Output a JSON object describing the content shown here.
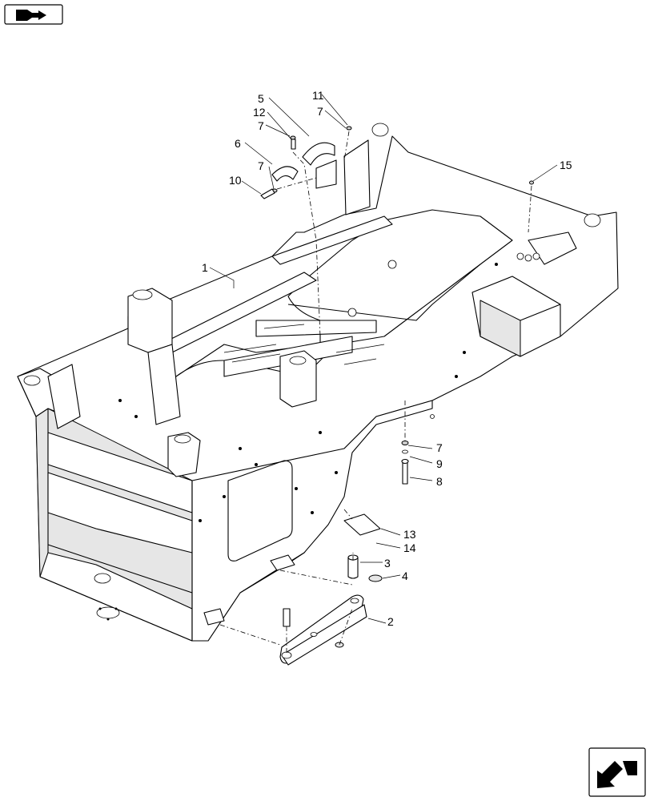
{
  "header": {
    "book_icon": "book-arrow-icon"
  },
  "footer": {
    "next_icon": "next-page-arrow-icon"
  },
  "callouts": [
    "1",
    "2",
    "3",
    "4",
    "5",
    "6",
    "7",
    "7",
    "7",
    "7",
    "8",
    "9",
    "10",
    "11",
    "12",
    "13",
    "14",
    "15"
  ]
}
